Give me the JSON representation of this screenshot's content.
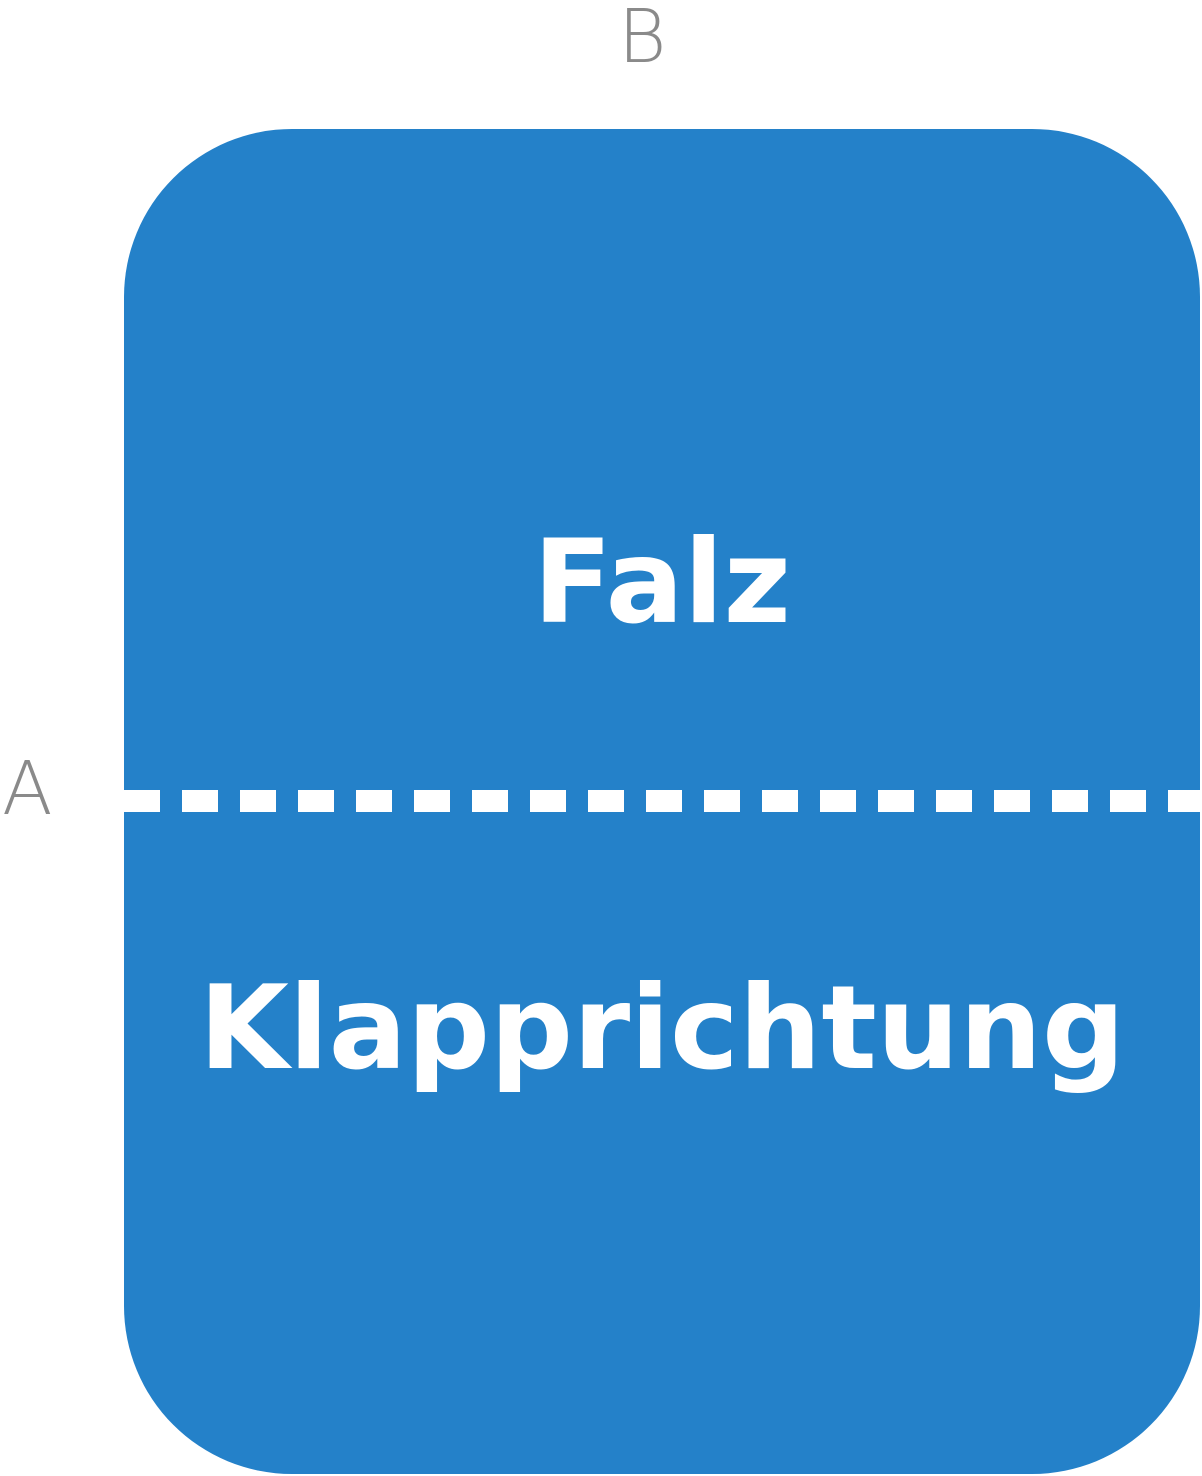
{
  "labels": {
    "top_dimension": "B",
    "side_dimension": "A"
  },
  "panel": {
    "color": "#2481c9",
    "upper_text": "Falz",
    "lower_text": "Klapprichtung"
  },
  "fold_line": {
    "style": "dashed",
    "color": "#ffffff"
  }
}
